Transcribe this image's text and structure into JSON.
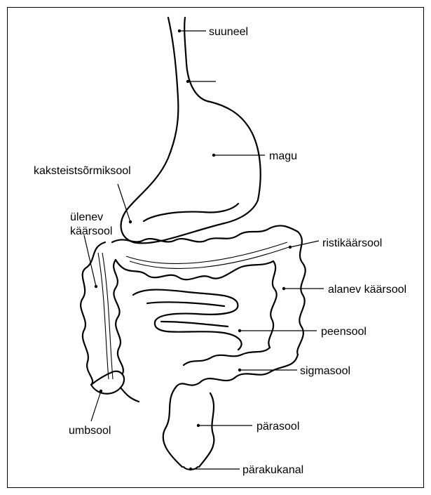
{
  "labels": {
    "suuneel": "suuneel",
    "magu": "magu",
    "kaksteistsormiksool": "kaksteistsõrmiksool",
    "ulenev_line1": "ülenev",
    "ulenev_line2": "käärsool",
    "ristikaarsool": "ristikäärsool",
    "alanev": "alanev käärsool",
    "peensool": "peensool",
    "sigmasool": "sigmasool",
    "umbsool": "umbsool",
    "parasool": "pärasool",
    "parakukanal": "pärakukanal"
  },
  "colors": {
    "line": "#000000",
    "background": "#ffffff"
  }
}
